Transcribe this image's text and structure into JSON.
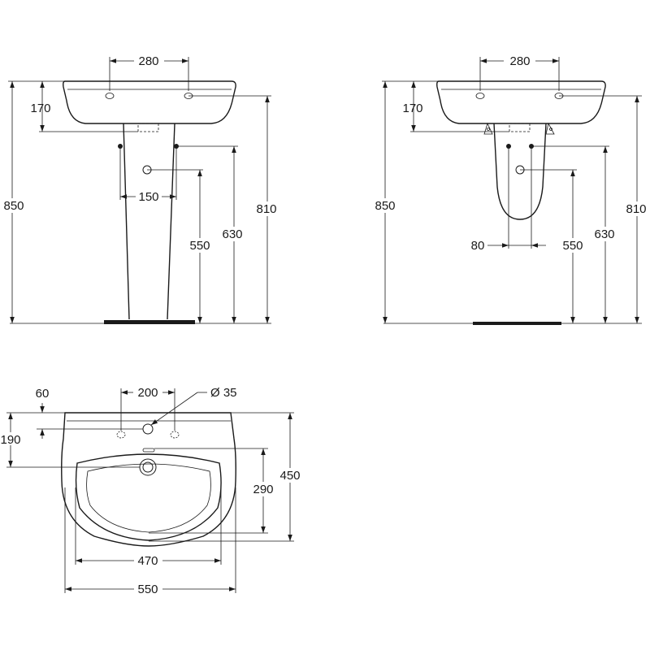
{
  "front_view": {
    "tap_spacing": "280",
    "basin_height": "170",
    "overall_height": "850",
    "rim_height": "810",
    "fixing_height": "630",
    "waste_height": "550",
    "fixing_spacing": "150"
  },
  "side_view": {
    "tap_spacing": "280",
    "basin_height": "170",
    "overall_height": "850",
    "rim_height": "810",
    "fixing_height": "630",
    "waste_height": "550",
    "fixing_spacing": "80"
  },
  "plan_view": {
    "back_offset": "60",
    "tap_spacing": "200",
    "tap_hole_diameter": "Ø 35",
    "waste_offset": "190",
    "bowl_depth": "290",
    "overall_depth": "450",
    "bowl_width": "470",
    "overall_width": "550"
  }
}
